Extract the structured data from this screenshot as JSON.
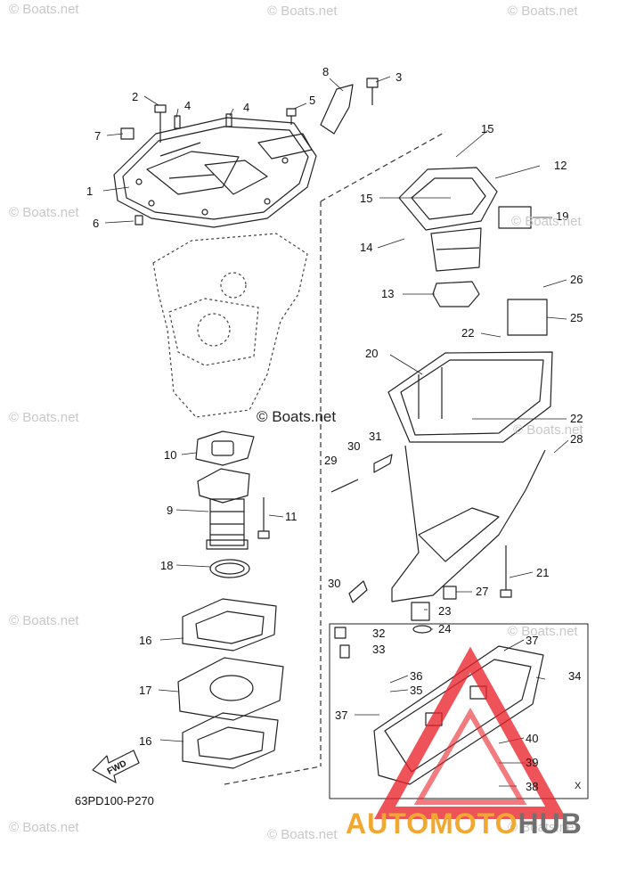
{
  "diagram": {
    "part_code": "63PD100-P270",
    "fwd_label": "FWD",
    "corner_mark": "X",
    "watermark_text": "© Boats.net",
    "watermark_center_text": "© Boats.net",
    "brand": {
      "part1": "AUTOMOTO",
      "part2": "HUB",
      "color_primary": "#f0a830",
      "color_secondary": "#707070",
      "logo_color": "#e8232a"
    },
    "callouts": [
      "1",
      "2",
      "3",
      "4",
      "4",
      "5",
      "6",
      "7",
      "8",
      "9",
      "10",
      "11",
      "12",
      "13",
      "14",
      "15",
      "15",
      "16",
      "16",
      "17",
      "18",
      "19",
      "20",
      "21",
      "22",
      "22",
      "23",
      "24",
      "25",
      "26",
      "27",
      "28",
      "29",
      "30",
      "30",
      "31",
      "32",
      "33",
      "34",
      "35",
      "36",
      "37",
      "37",
      "38",
      "39",
      "40"
    ]
  }
}
